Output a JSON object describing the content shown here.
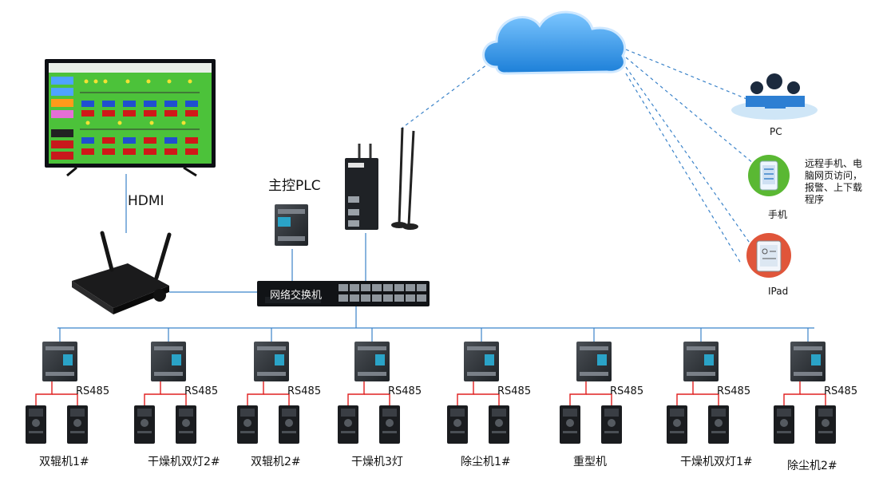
{
  "colors": {
    "link": "#3b83c9",
    "rs485_link": "#e02020",
    "cloud": "#2a8fe0",
    "hmi_green": "#4cc23a"
  },
  "labels": {
    "hdmi": "HDMI",
    "main_plc": "主控PLC",
    "switch": "网络交换机",
    "pc": "PC",
    "phone": "手机",
    "ipad": "IPad",
    "remote_note": "远程手机、电脑网页访问，报警、上下载程序"
  },
  "machines": [
    {
      "name": "双辊机1#",
      "bus": "RS485"
    },
    {
      "name": "干燥机双灯2#",
      "bus": "RS485"
    },
    {
      "name": "双辊机2#",
      "bus": "RS485"
    },
    {
      "name": "干燥机3灯",
      "bus": "RS485"
    },
    {
      "name": "除尘机1#",
      "bus": "RS485"
    },
    {
      "name": "重型机",
      "bus": "RS485"
    },
    {
      "name": "干燥机双灯1#",
      "bus": "RS485"
    },
    {
      "name": "除尘机2#",
      "bus": "RS485"
    }
  ]
}
